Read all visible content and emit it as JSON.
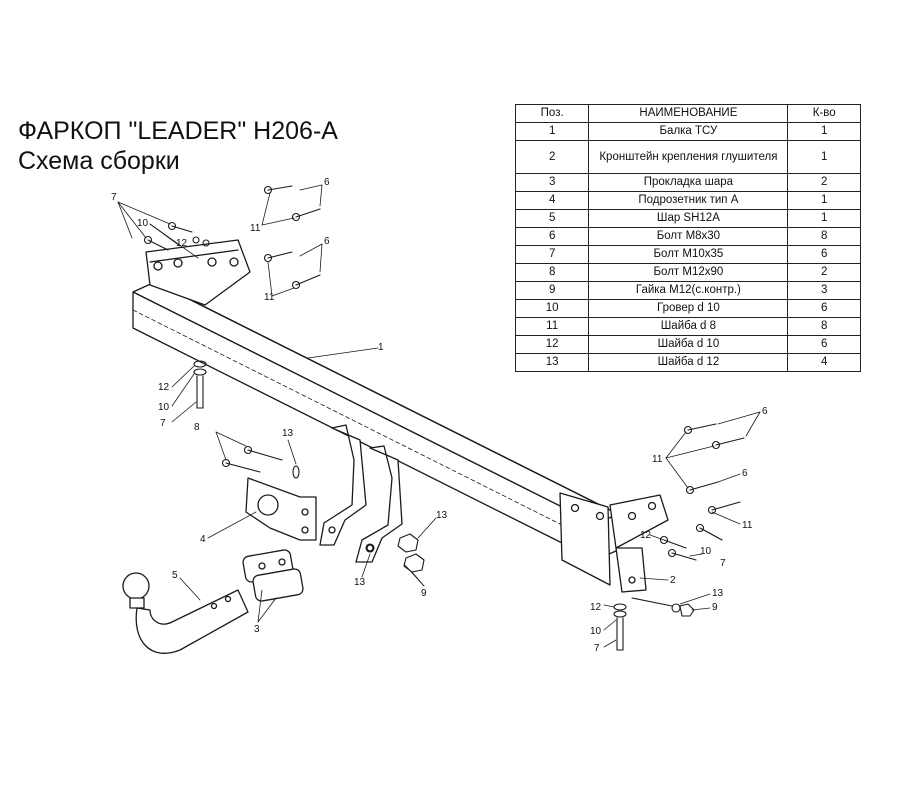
{
  "header": {
    "title": "ФАРКОП \"LEADER\" H206-A",
    "subtitle": "Схема сборки"
  },
  "parts_table": {
    "columns": [
      "Поз.",
      "НАИМЕНОВАНИЕ",
      "К-во"
    ],
    "rows": [
      {
        "pos": "1",
        "name": "Балка ТСУ",
        "qty": "1"
      },
      {
        "pos": "2",
        "name": "Кронштейн крепления глушителя",
        "qty": "1"
      },
      {
        "pos": "3",
        "name": "Прокладка шара",
        "qty": "2"
      },
      {
        "pos": "4",
        "name": "Подрозетник тип А",
        "qty": "1"
      },
      {
        "pos": "5",
        "name": "Шар SH12A",
        "qty": "1"
      },
      {
        "pos": "6",
        "name": "Болт М8х30",
        "qty": "8"
      },
      {
        "pos": "7",
        "name": "Болт М10х35",
        "qty": "6"
      },
      {
        "pos": "8",
        "name": "Болт М12х90",
        "qty": "2"
      },
      {
        "pos": "9",
        "name": "Гайка М12(с.контр.)",
        "qty": "3"
      },
      {
        "pos": "10",
        "name": "Гровер d 10",
        "qty": "6"
      },
      {
        "pos": "11",
        "name": "Шайба d 8",
        "qty": "8"
      },
      {
        "pos": "12",
        "name": "Шайба d 10",
        "qty": "6"
      },
      {
        "pos": "13",
        "name": "Шайба d 12",
        "qty": "4"
      }
    ]
  },
  "callouts": {
    "c1": "1",
    "c2": "2",
    "c3": "3",
    "c4": "4",
    "c5": "5",
    "c6": "6",
    "c7": "7",
    "c8": "8",
    "c9": "9",
    "c10": "10",
    "c11": "11",
    "c12": "12",
    "c13": "13"
  }
}
